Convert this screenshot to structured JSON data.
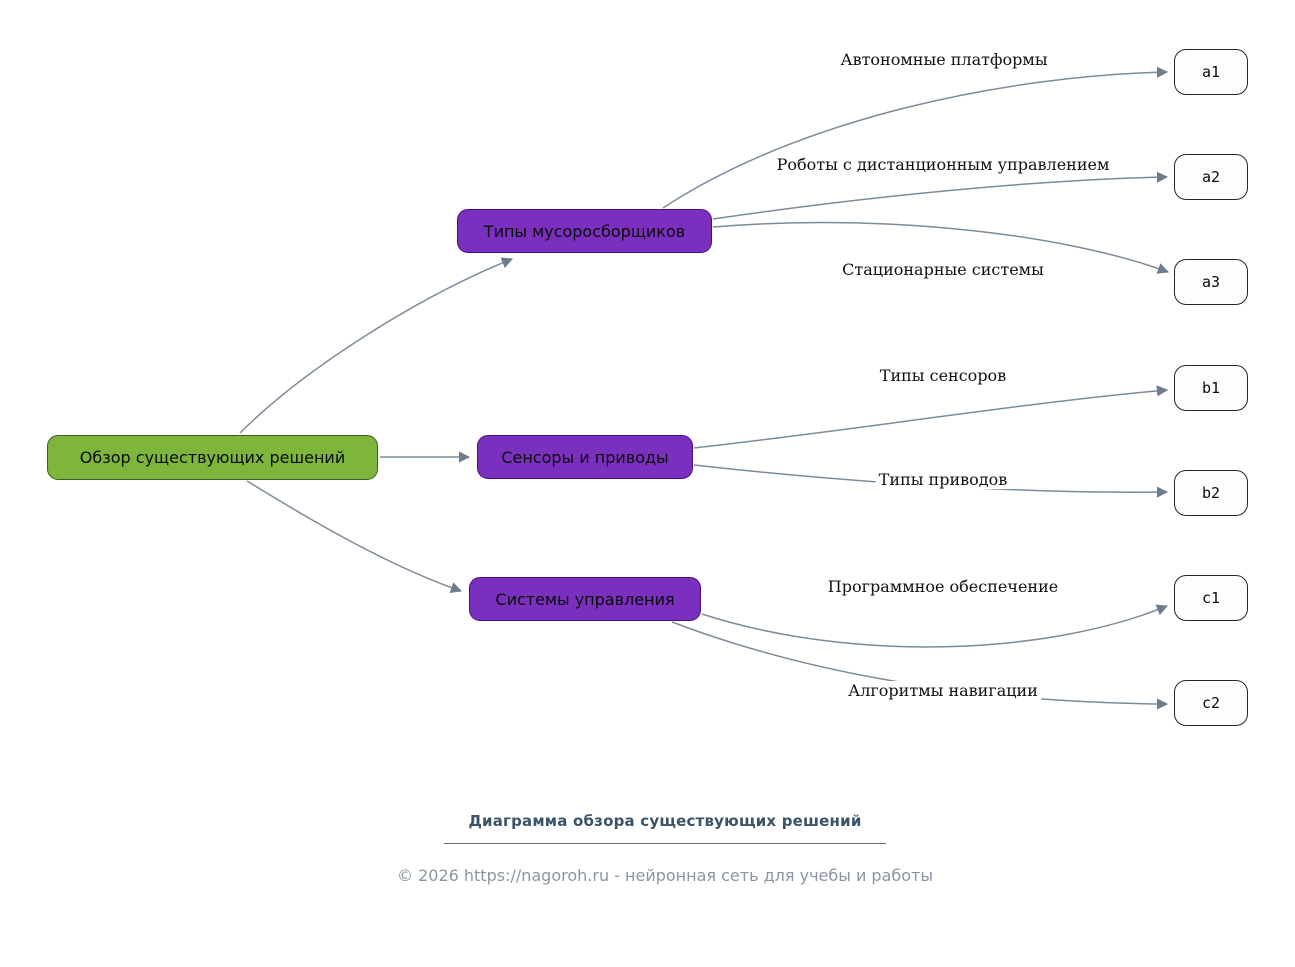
{
  "diagram": {
    "root": {
      "label": "Обзор существующих решений"
    },
    "branches": [
      {
        "label": "Типы мусоросборщиков"
      },
      {
        "label": "Сенсоры и приводы"
      },
      {
        "label": "Системы управления"
      }
    ],
    "leaves": [
      {
        "id": "a1",
        "edge_label": "Автономные платформы"
      },
      {
        "id": "a2",
        "edge_label": "Роботы с дистанционным управлением"
      },
      {
        "id": "a3",
        "edge_label": "Стационарные системы"
      },
      {
        "id": "b1",
        "edge_label": "Типы сенсоров"
      },
      {
        "id": "b2",
        "edge_label": "Типы приводов"
      },
      {
        "id": "c1",
        "edge_label": "Программное обеспечение"
      },
      {
        "id": "c2",
        "edge_label": "Алгоритмы навигации"
      }
    ],
    "colors": {
      "root_fill": "#7db63a",
      "root_border": "#3e5f22",
      "branch_fill": "#7b2fbe",
      "branch_border": "#470e7e",
      "leaf_fill": "#fdfdfd",
      "leaf_border": "#262626",
      "edge": "#7d8b99"
    }
  },
  "footer": {
    "title": "Диаграмма обзора существующих решений",
    "copyright": "© 2026 https://nagoroh.ru - нейронная сеть для учебы и работы"
  }
}
